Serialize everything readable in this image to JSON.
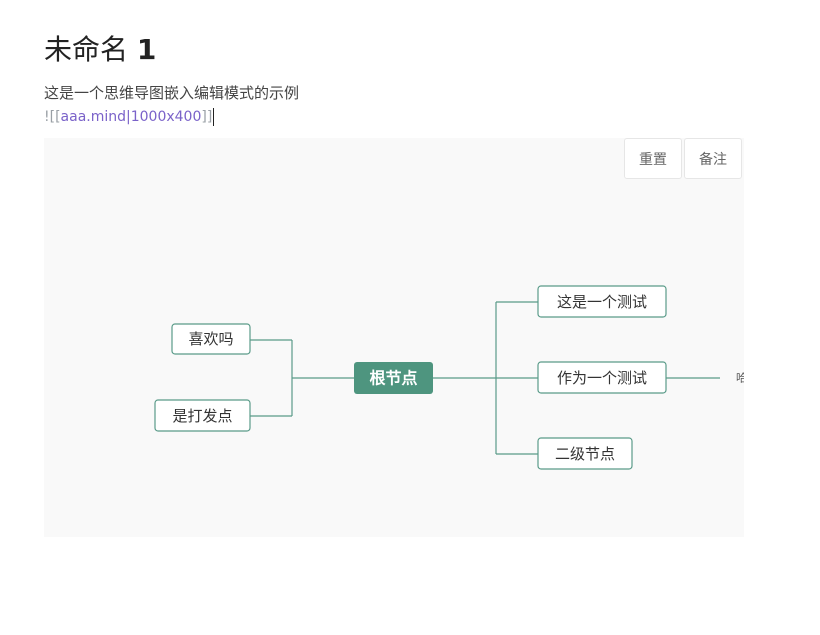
{
  "document": {
    "title_text": "未命名",
    "title_number": "1",
    "description": "这是一个思维导图嵌入编辑模式的示例",
    "embed_open": "![[",
    "embed_link": "aaa.mind|1000x400",
    "embed_close": "]]"
  },
  "toolbar": {
    "reset_label": "重置",
    "note_label": "备注"
  },
  "mindmap": {
    "root": "根节点",
    "left_children": [
      "喜欢吗",
      "是打发点"
    ],
    "right_children": [
      "这是一个测试",
      "作为一个测试",
      "二级节点"
    ],
    "grandchild": "哈"
  },
  "colors": {
    "edge": "#5a9b89",
    "root_fill": "#4e957f",
    "link": "#7a62c9"
  }
}
